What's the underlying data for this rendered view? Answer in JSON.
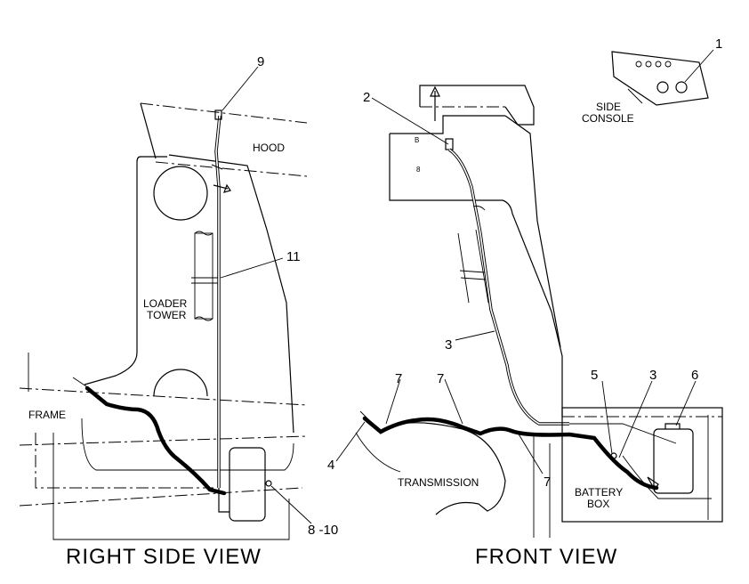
{
  "labels": {
    "hood": "HOOD",
    "loader_tower_line1": "LOADER",
    "loader_tower_line2": "TOWER",
    "frame": "FRAME",
    "transmission": "TRANSMISSION",
    "side_console_line1": "SIDE",
    "side_console_line2": "CONSOLE",
    "battery_box_line1": "BATTERY",
    "battery_box_line2": "BOX"
  },
  "callouts": {
    "c1": "1",
    "c2": "2",
    "c3a": "3",
    "c3b": "3",
    "c4": "4",
    "c5": "5",
    "c6": "6",
    "c7a": "7",
    "c7b": "7",
    "c7c": "7",
    "c8_10": "8 -10",
    "c9": "9",
    "c11": "11"
  },
  "views": {
    "right_side": "RIGHT SIDE VIEW",
    "front": "FRONT VIEW"
  }
}
